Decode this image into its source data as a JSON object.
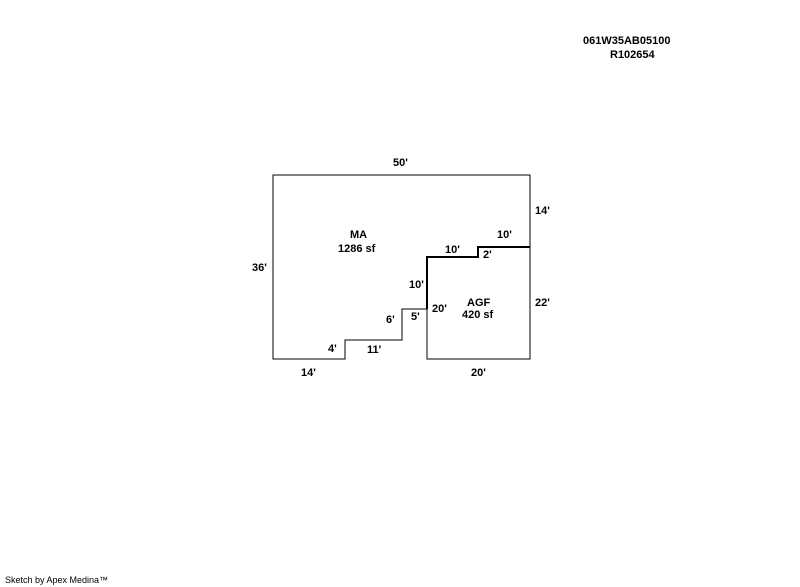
{
  "header": {
    "parcel_id": "061W35AB05100",
    "account_id": "R102654"
  },
  "areas": {
    "main": {
      "label": "MA",
      "size": "1286 sf"
    },
    "garage": {
      "label": "AGF",
      "size": "420 sf"
    }
  },
  "dimensions": {
    "top": "50'",
    "left": "36'",
    "right_upper": "14'",
    "right_lower": "22'",
    "bottom_left": "14'",
    "bottom_right": "20'",
    "step_rise_4": "4'",
    "step_run_11": "11'",
    "step_rise_6": "6'",
    "step_run_5": "5'",
    "interior_rise_10": "10'",
    "interior_run_10a": "10'",
    "interior_rise_2": "2'",
    "interior_run_10b": "10'",
    "garage_left": "20'"
  },
  "footer": {
    "credit": "Sketch by Apex Medina™"
  }
}
